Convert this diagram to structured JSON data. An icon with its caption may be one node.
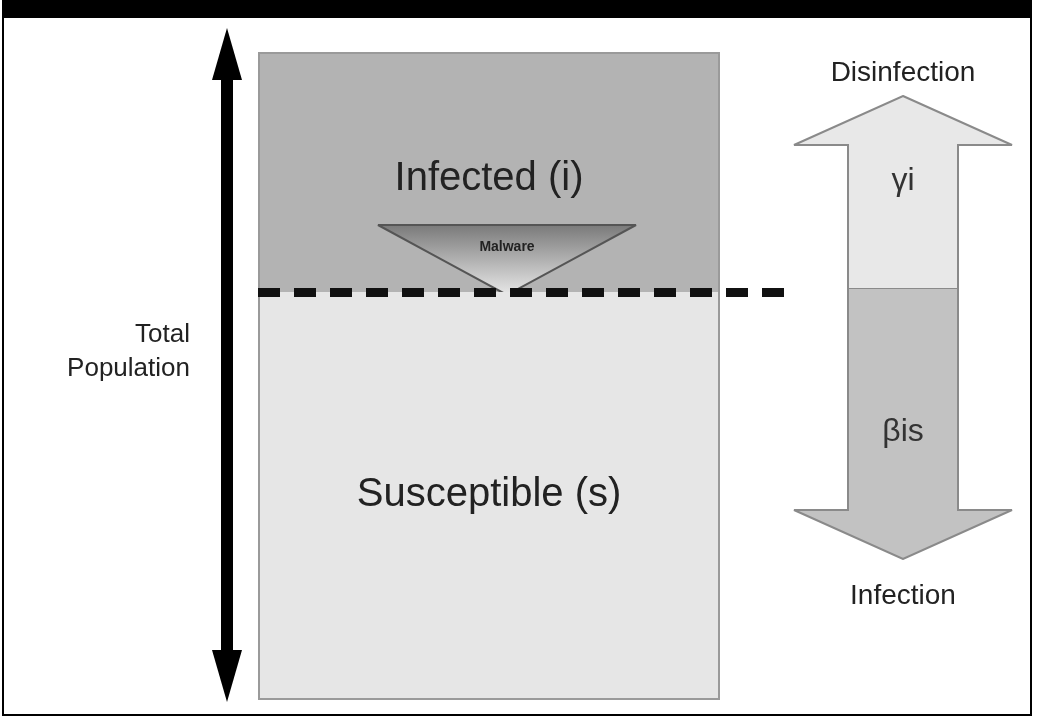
{
  "diagram": {
    "nodes": [
      {
        "text": [
          "Infected (i)"
        ]
      },
      {
        "text": [
          "Susceptible (s)"
        ]
      },
      {
        "text": [
          "Malware"
        ],
        "in": 0
      },
      {
        "text": [
          "γi"
        ],
        "beside": [
          "Disinfection"
        ]
      },
      {
        "text": [
          "βis"
        ],
        "beside": [
          "Infection"
        ]
      }
    ],
    "labels": [
      "Total Population"
    ]
  }
}
